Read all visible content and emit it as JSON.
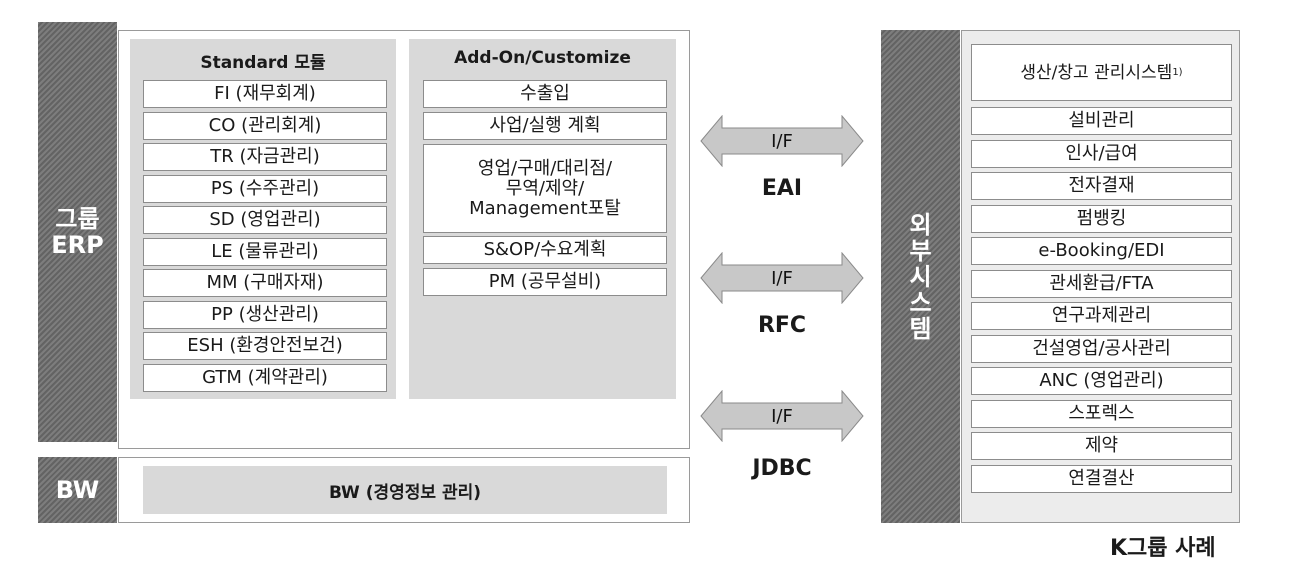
{
  "erp": {
    "label": "그룹\nERP",
    "standard": {
      "header": "Standard 모듈",
      "items": [
        "FI (재무회계)",
        "CO (관리회계)",
        "TR (자금관리)",
        "PS (수주관리)",
        "SD (영업관리)",
        "LE (물류관리)",
        "MM (구매자재)",
        "PP (생산관리)",
        "ESH (환경안전보건)",
        "GTM (계약관리)"
      ]
    },
    "addon": {
      "header": "Add-On/Customize",
      "items": [
        "수출입",
        "사업/실행 계획",
        "영업/구매/대리점/\n무역/제약/\nManagement포탈",
        "S&OP/수요계획",
        "PM (공무설비)"
      ]
    }
  },
  "bw": {
    "label": "BW",
    "content": "BW (경영정보 관리)"
  },
  "interfaces": [
    {
      "arrow_label": "I/F",
      "protocol": "EAI"
    },
    {
      "arrow_label": "I/F",
      "protocol": "RFC"
    },
    {
      "arrow_label": "I/F",
      "protocol": "JDBC"
    }
  ],
  "external": {
    "label": "외\n부\n시\n스\n템",
    "first_item": "생산/창고 관리시스템",
    "first_item_note": "1)",
    "items": [
      "설비관리",
      "인사/급여",
      "전자결재",
      "펌뱅킹",
      "e-Booking/EDI",
      "관세환급/FTA",
      "연구과제관리",
      "건설영업/공사관리",
      "ANC (영업관리)",
      "스포렉스",
      "제약",
      "연결결산"
    ]
  },
  "footer": "K그룹 사례",
  "colors": {
    "side_bar": "#6e6e6e",
    "panel_fill": "#d9d9d9",
    "arrow_fill": "#c8c8c8"
  }
}
